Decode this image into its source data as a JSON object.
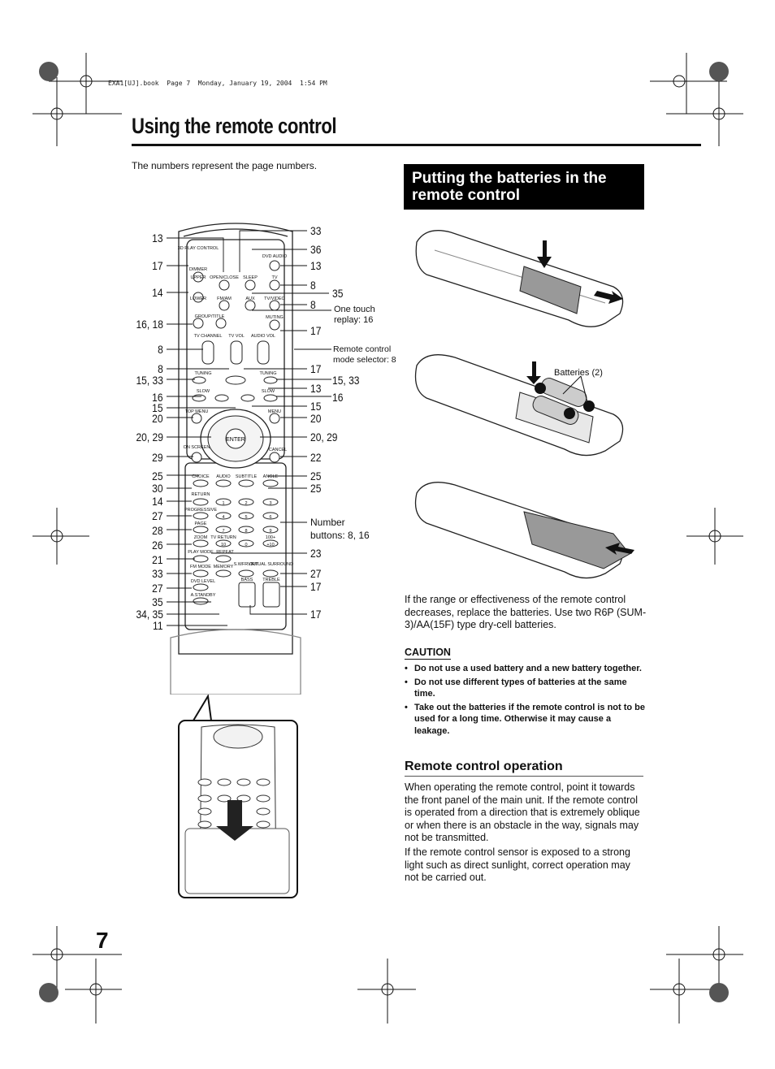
{
  "header_note": "EXA1[UJ].book  Page 7  Monday, January 19, 2004  1:54 PM",
  "page_title": "Using the remote control",
  "intro": "The numbers represent the page numbers.",
  "section_title": "Putting the batteries in the remote control",
  "batteries_label": "Batteries (2)",
  "battery_paragraph": "If the range or effectiveness of the remote control decreases, replace the batteries. Use two R6P (SUM-3)/AA(15F) type dry-cell batteries.",
  "caution": {
    "label": "CAUTION",
    "items": [
      "Do not use a used battery and a new battery together.",
      "Do not use different types of batteries at the same time.",
      "Take out the batteries if the remote control is not to be used for a long time. Otherwise it may cause a leakage."
    ]
  },
  "operation": {
    "heading": "Remote control operation",
    "paragraphs": [
      "When operating the remote control, point it towards the front panel of the main unit. If the remote control is operated from a direction that is extremely oblique or when there is an obstacle in the way, signals may not be transmitted.",
      "If the remote control sensor is exposed to a strong light such as direct sunlight, correct operation may not be carried out."
    ]
  },
  "page_number": "7",
  "callouts_left": [
    "13",
    "17",
    "14",
    "16, 18",
    "8",
    "8",
    "15, 33",
    "16",
    "15",
    "20",
    "20, 29",
    "29",
    "25",
    "30",
    "14",
    "27",
    "28",
    "26",
    "21",
    "33",
    "27",
    "35",
    "34, 35",
    "11"
  ],
  "callouts_right": [
    "33",
    "36",
    "13",
    "8",
    "35",
    "8",
    "17",
    "17",
    "15, 33",
    "13",
    "16",
    "15",
    "20",
    "20, 29",
    "22",
    "25",
    "25",
    "23",
    "27",
    "17",
    "17"
  ],
  "notes": {
    "one_touch": "One touch replay: 16",
    "mode_selector": "Remote control mode selector: 8",
    "number_buttons": "Number buttons: 8, 16"
  },
  "remote_labels": {
    "display": "3D PLAY CONTROL",
    "dimmer": "DIMMER",
    "open_close": "OPEN/CLOSE",
    "sleep": "SLEEP",
    "dvd_audio": "DVD AUDIO",
    "upper": "UPPER",
    "lower": "LOWER",
    "fm_am": "FM/AM",
    "tv": "TV",
    "aux": "AUX",
    "tv_video": "TV/VIDEO",
    "group_title": "GROUP/TITLE",
    "muting": "MUTING",
    "tv_channel": "TV CHANNEL",
    "tv_vol": "TV VOL",
    "audio_vol": "AUDIO VOL",
    "tuning_minus": "TUNING",
    "tuning_plus": "TUNING",
    "slow_minus": "SLOW",
    "slow_plus": "SLOW",
    "top_menu": "TOP MENU",
    "menu": "MENU",
    "enter": "ENTER",
    "on_screen": "ON SCREEN",
    "cancel": "CANCEL",
    "choice": "CHOICE",
    "audio": "AUDIO",
    "subtitle": "SUBTITLE",
    "angle": "ANGLE",
    "return": "RETURN",
    "progressive": "PROGRESSIVE",
    "page": "PAGE",
    "zoom": "ZOOM",
    "tv_return": "TV RETURN",
    "plus10": "100+",
    "play_mode": "PLAY MODE",
    "repeat": "REPEAT",
    "fm_mode": "FM MODE",
    "memory": "MEMORY",
    "swfr_out": "S.WFR OUT",
    "virtual_surround": "VIRTUAL SURROUND",
    "bass": "BASS",
    "treble": "TREBLE",
    "dvd_level": "DVD LEVEL",
    "a_standby": "A.STANDBY",
    "digits": [
      "1",
      "2",
      "3",
      "4",
      "5",
      "6",
      "7",
      "8",
      "9",
      "10",
      "0",
      "+10"
    ]
  }
}
